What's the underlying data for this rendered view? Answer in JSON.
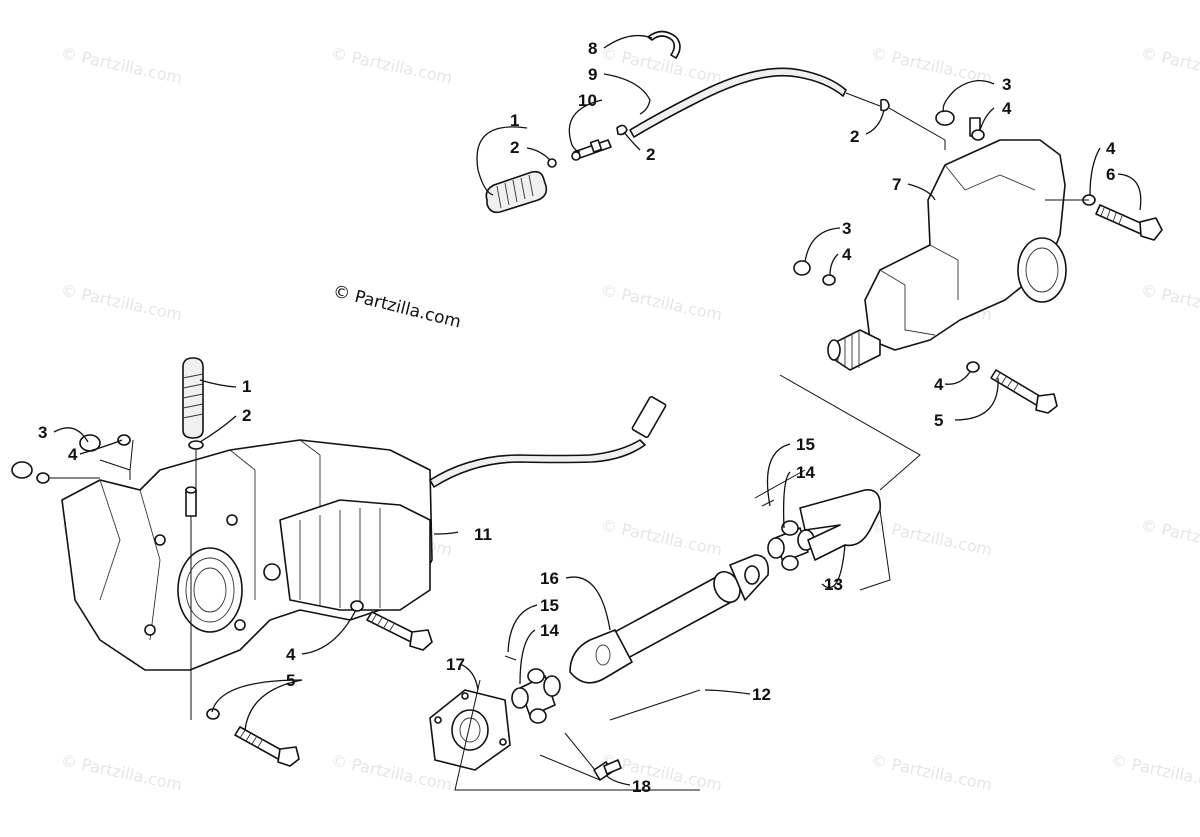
{
  "watermark": {
    "text": "© Partzilla.com",
    "center_text": "© Partzilla.com"
  },
  "callouts": [
    {
      "id": "c1a",
      "label": "1"
    },
    {
      "id": "c2a",
      "label": "2"
    },
    {
      "id": "c8",
      "label": "8"
    },
    {
      "id": "c9",
      "label": "9"
    },
    {
      "id": "c10",
      "label": "10"
    },
    {
      "id": "c2b",
      "label": "2"
    },
    {
      "id": "c2c",
      "label": "2"
    },
    {
      "id": "c3a",
      "label": "3"
    },
    {
      "id": "c4a",
      "label": "4"
    },
    {
      "id": "c4b",
      "label": "4"
    },
    {
      "id": "c6",
      "label": "6"
    },
    {
      "id": "c7",
      "label": "7"
    },
    {
      "id": "c3b",
      "label": "3"
    },
    {
      "id": "c4c",
      "label": "4"
    },
    {
      "id": "c4d",
      "label": "4"
    },
    {
      "id": "c5a",
      "label": "5"
    },
    {
      "id": "c1b",
      "label": "1"
    },
    {
      "id": "c2d",
      "label": "2"
    },
    {
      "id": "c3c",
      "label": "3"
    },
    {
      "id": "c4e",
      "label": "4"
    },
    {
      "id": "c11",
      "label": "11"
    },
    {
      "id": "c15a",
      "label": "15"
    },
    {
      "id": "c14a",
      "label": "14"
    },
    {
      "id": "c13",
      "label": "13"
    },
    {
      "id": "c16",
      "label": "16"
    },
    {
      "id": "c15b",
      "label": "15"
    },
    {
      "id": "c14b",
      "label": "14"
    },
    {
      "id": "c4f",
      "label": "4"
    },
    {
      "id": "c5b",
      "label": "5"
    },
    {
      "id": "c17",
      "label": "17"
    },
    {
      "id": "c12",
      "label": "12"
    },
    {
      "id": "c18",
      "label": "18"
    }
  ]
}
